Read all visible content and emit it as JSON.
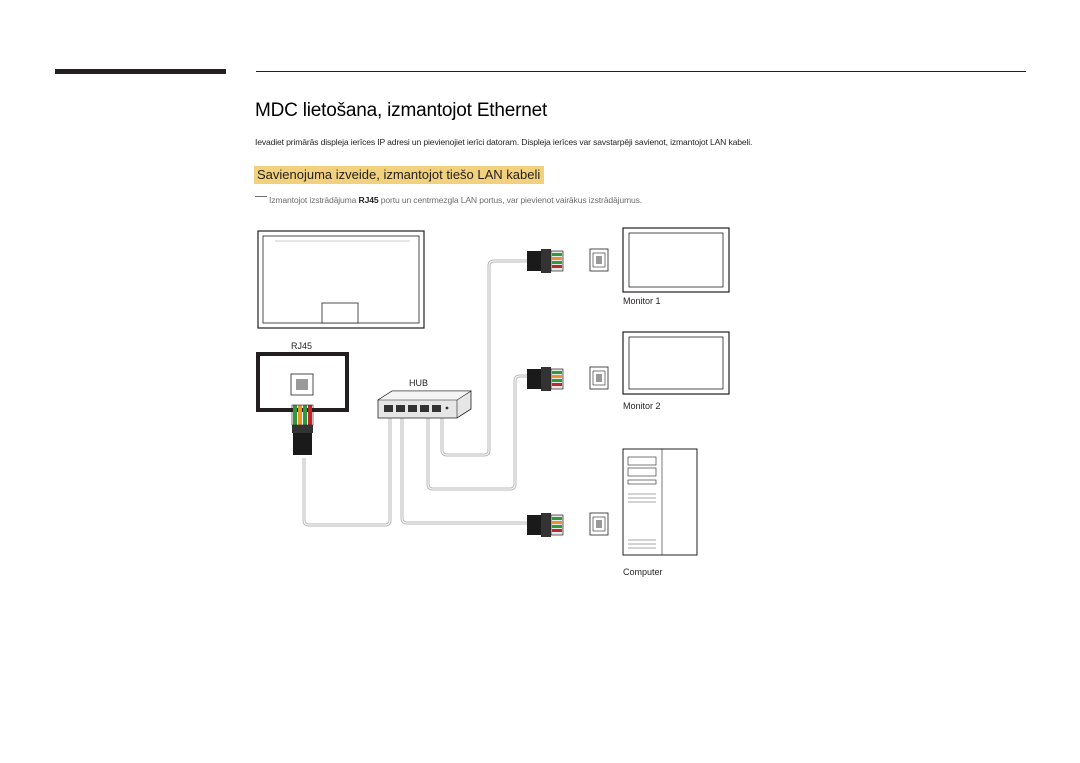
{
  "page": {
    "title": "MDC lietošana, izmantojot Ethernet",
    "intro": "Ievadiet primārās displeja ierīces IP adresi un pievienojiet ierīci datoram. Displeja ierīces var savstarpēji savienot, izmantojot LAN kabeli.",
    "section_heading": "Savienojuma izveide, izmantojot tiešo LAN kabeli",
    "note": {
      "before": "Izmantojot izstrādājuma ",
      "bold": "RJ45",
      "after": " portu un centrmezgla LAN portus, var pievienot vairākus izstrādājumus."
    }
  },
  "diagram": {
    "rj45_label": "RJ45",
    "hub_label": "HUB",
    "monitor1_label": "Monitor 1",
    "monitor2_label": "Monitor 2",
    "computer_label": "Computer"
  },
  "colors": {
    "heading_highlight": "#f1d17e",
    "rule": "#231f20",
    "cable": "#b9b9b9",
    "wire_green": "#2e9a3a",
    "wire_orange": "#e8942a",
    "wire_red": "#c0272d"
  }
}
